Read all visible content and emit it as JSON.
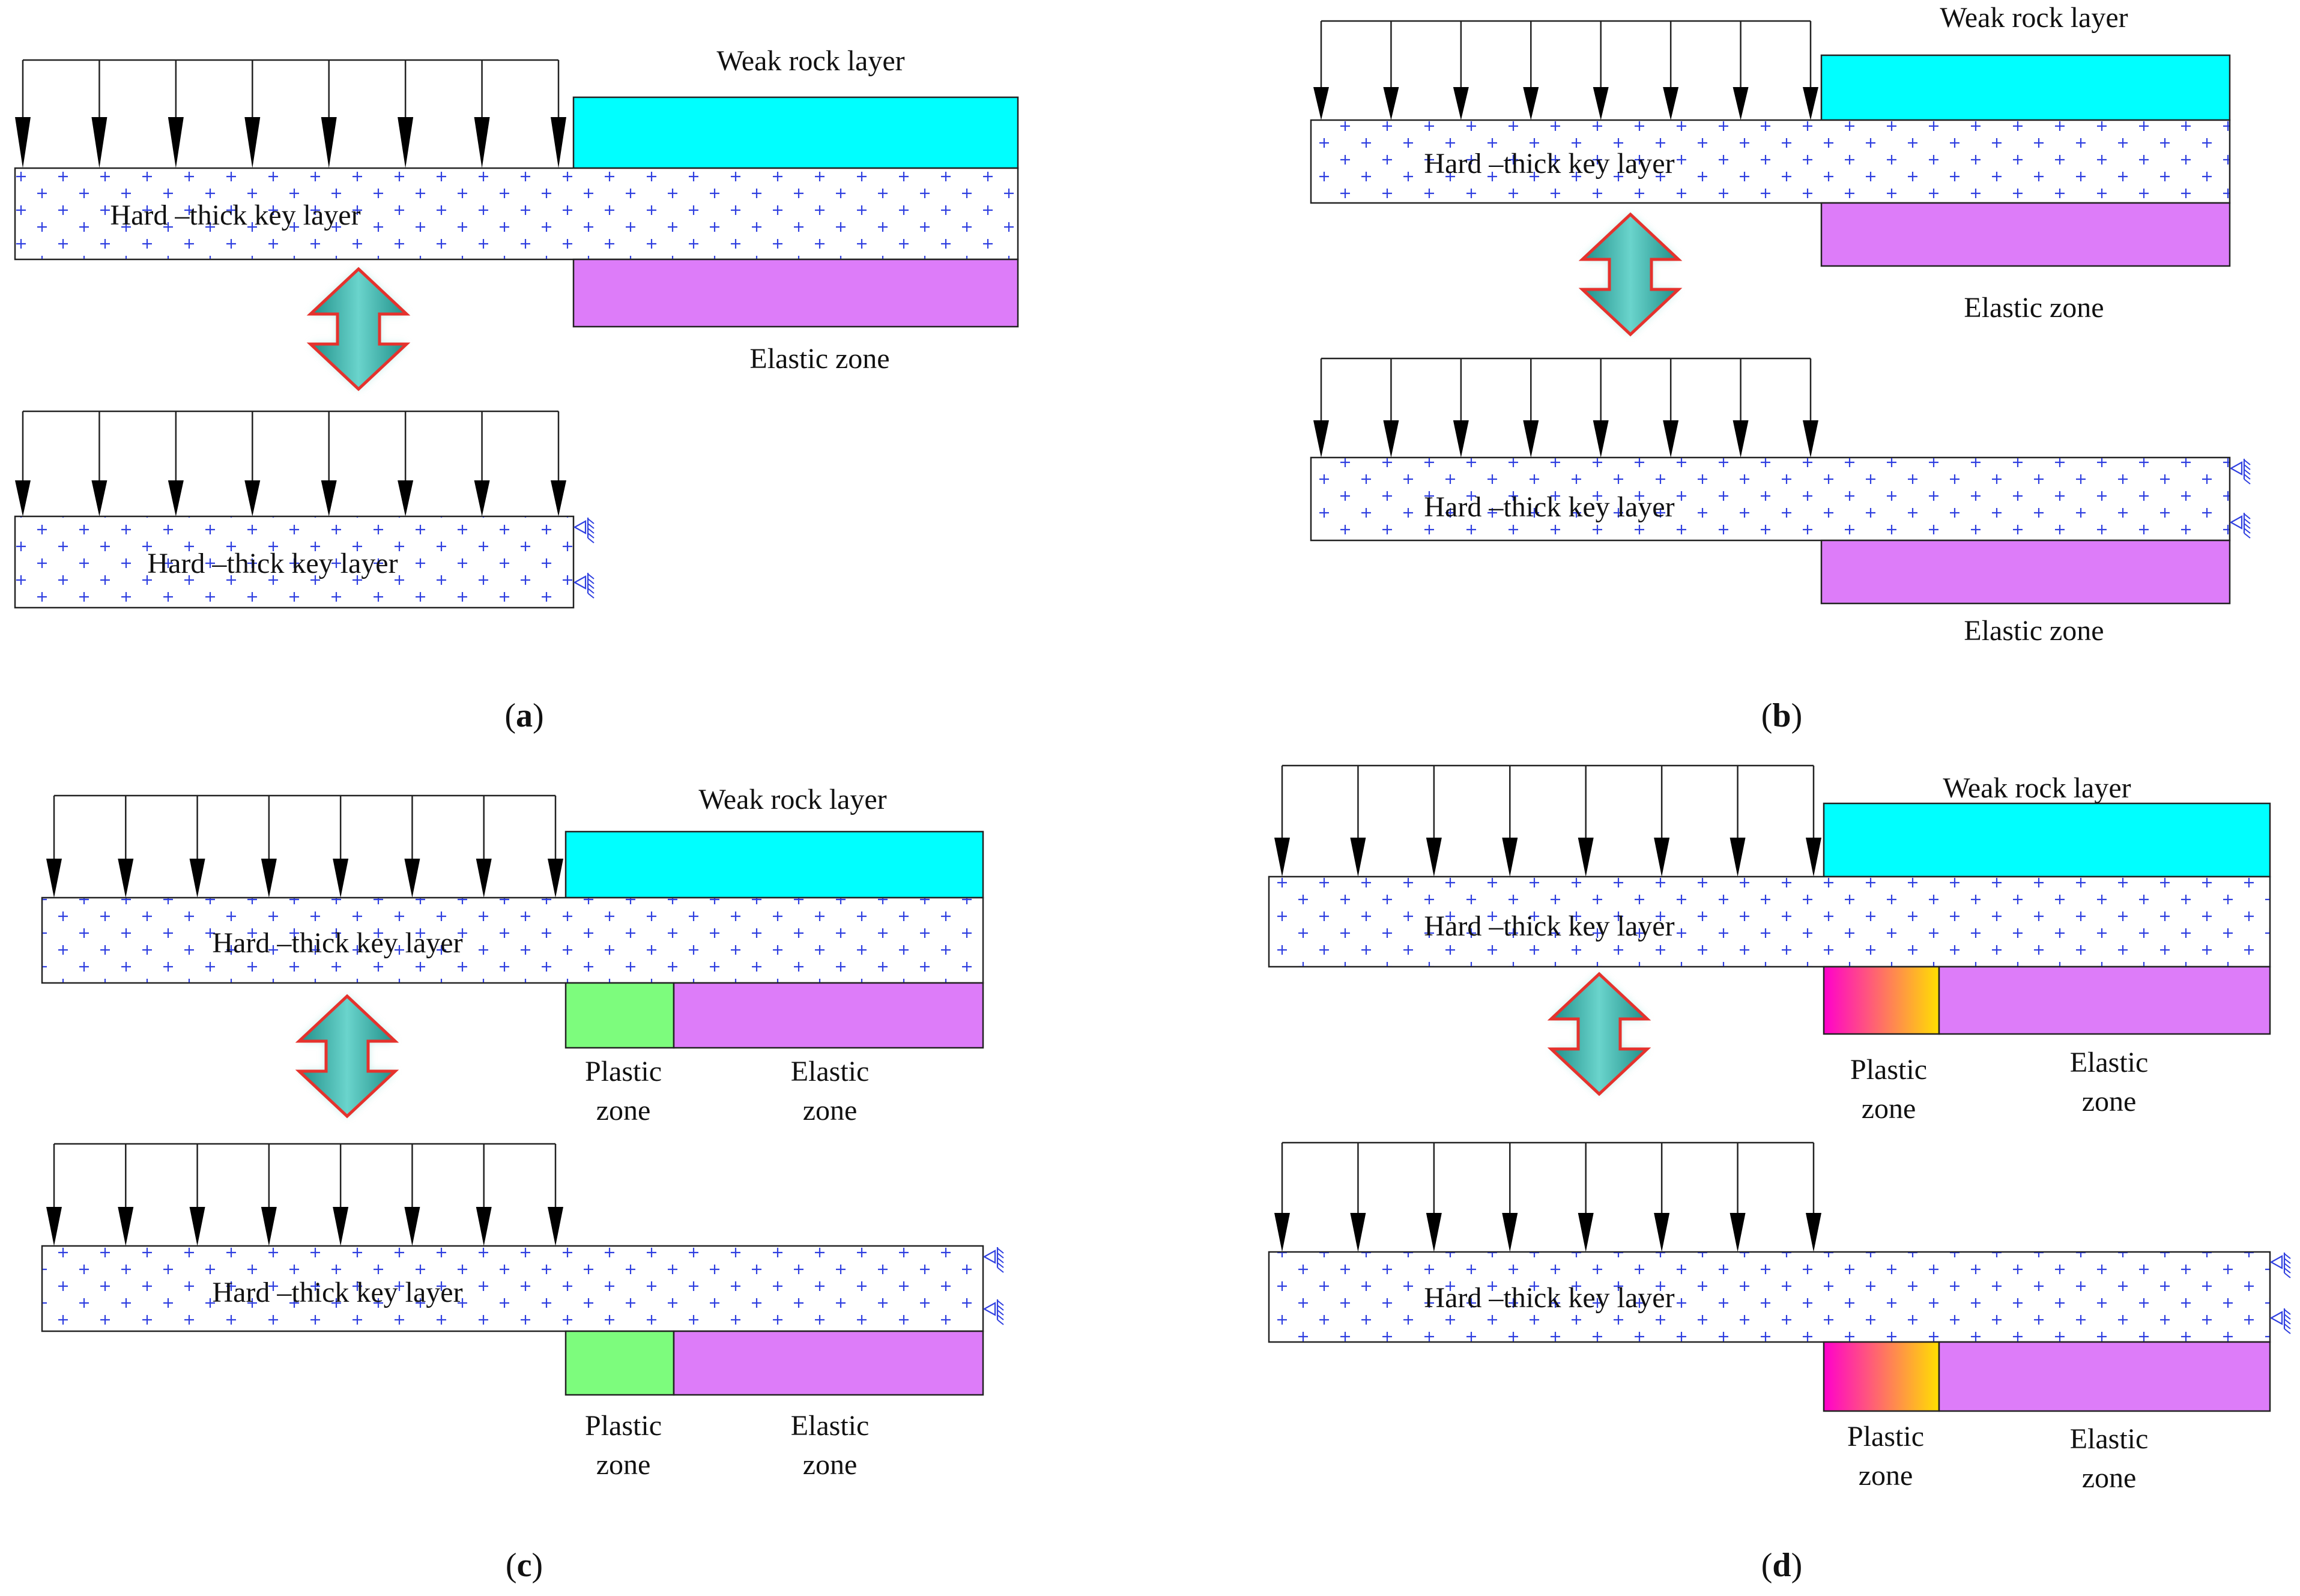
{
  "colors": {
    "weak_rock": "#00ffff",
    "elastic": "#dd7cf9",
    "plastic_c": "#7dfc7d",
    "plastic_d_from": "#ff00cc",
    "plastic_d_to": "#ffe000",
    "cross": "#2f3fe0",
    "arrow_fill": "#35b5ac",
    "arrow_stroke": "#e5322d",
    "load_arrow": "#000000"
  },
  "labels": {
    "weak_rock": "Weak rock layer",
    "key_layer": "Hard –thick  key layer",
    "elastic_zone": "Elastic zone",
    "plastic": "Plastic",
    "elastic": "Elastic",
    "zone": "zone"
  },
  "panels": [
    {
      "id": "a",
      "caption": "a"
    },
    {
      "id": "b",
      "caption": "b"
    },
    {
      "id": "c",
      "caption": "c"
    },
    {
      "id": "d",
      "caption": "d"
    }
  ]
}
